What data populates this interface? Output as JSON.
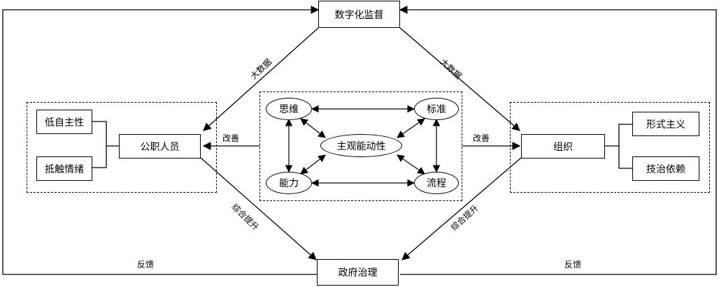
{
  "nodes": {
    "top": "数字化监督",
    "bottom": "政府治理",
    "left": "公职人员",
    "right": "组织",
    "left_sub": [
      "低自主性",
      "抵触情绪"
    ],
    "right_sub": [
      "形式主义",
      "技治依赖"
    ],
    "center": "主观能动性",
    "corners": [
      "思维",
      "标准",
      "能力",
      "流程"
    ]
  },
  "edge_labels": {
    "bigdata_left": "大数据",
    "bigdata_right": "大数据",
    "improve_left": "改善",
    "improve_right": "改善",
    "comprehensive_left": "综合提升",
    "comprehensive_right": "综合提升",
    "feedback_left": "反馈",
    "feedback_right": "反馈"
  }
}
